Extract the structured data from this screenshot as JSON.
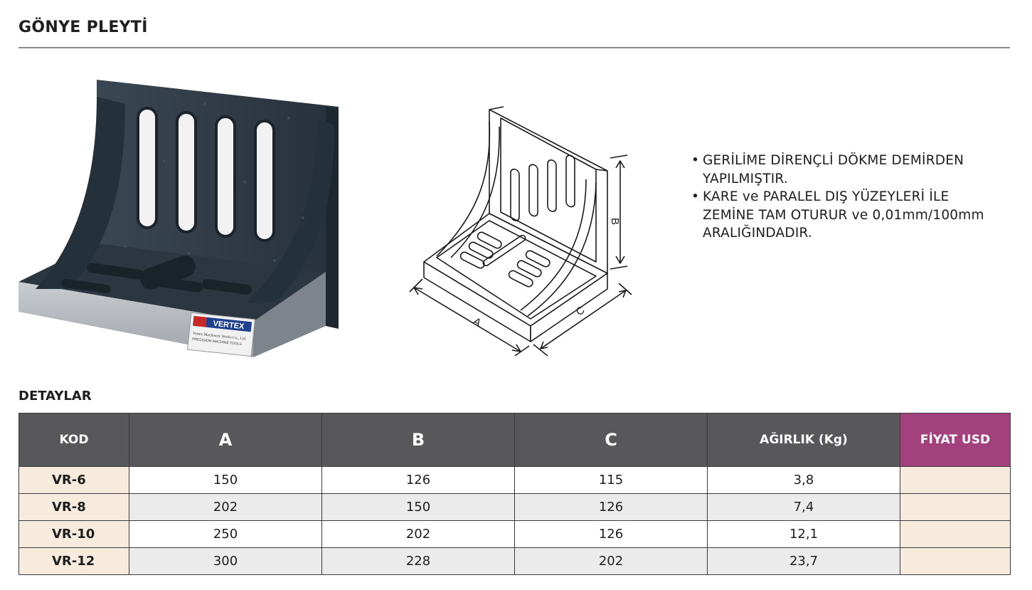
{
  "header": {
    "title": "GÖNYE PLEYTİ"
  },
  "photo": {
    "brand": "VERTEX",
    "plate_line1": "Vertex Machinery Works Co., Ltd.",
    "plate_line2": "PRECISION MACHINE TOOLS"
  },
  "drawing": {
    "label_a": "A",
    "label_b": "B",
    "label_c": "C"
  },
  "features": [
    {
      "bullet": "•",
      "text": "GERİLİME DİRENÇLİ DÖKME DEMİRDEN YAPILMIŞTIR."
    },
    {
      "bullet": "•",
      "text": "KARE ve PARALEL DIŞ YÜZEYLERİ İLE ZEMİNE TAM OTURUR ve 0,01mm/100mm ARALIĞINDADIR."
    }
  ],
  "details": {
    "title": "DETAYLAR",
    "columns": [
      "KOD",
      "A",
      "B",
      "C",
      "AĞIRLIK (Kg)",
      "FİYAT USD"
    ],
    "rows": [
      {
        "code": "VR-6",
        "a": "150",
        "b": "126",
        "c": "115",
        "weight": "3,8",
        "price": ""
      },
      {
        "code": "VR-8",
        "a": "202",
        "b": "150",
        "c": "126",
        "weight": "7,4",
        "price": ""
      },
      {
        "code": "VR-10",
        "a": "250",
        "b": "202",
        "c": "126",
        "weight": "12,1",
        "price": ""
      },
      {
        "code": "VR-12",
        "a": "300",
        "b": "228",
        "c": "202",
        "weight": "23,7",
        "price": ""
      }
    ]
  },
  "colors": {
    "header_bg": "#58585a",
    "price_header_bg": "#a3407e",
    "code_cell_bg": "#f6ebdc",
    "alt_row_bg": "#ebebeb",
    "casting": "#2f3a46"
  }
}
